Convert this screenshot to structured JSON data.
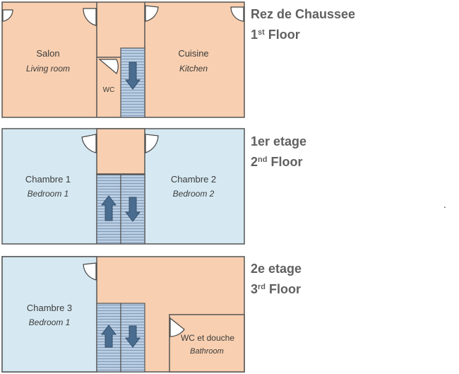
{
  "colors": {
    "ground_floor_fill": "#f8cfb0",
    "upper_floor_fill": "#d6e9f2",
    "wall": "#555555",
    "stair_fill": "#b9cde2",
    "stair_line": "#7f98b6",
    "arrow_fill": "#4a6c8f"
  },
  "floors": [
    {
      "name_fr": "Rez de Chaussee",
      "name_en": "1",
      "name_en_sup": "st",
      "name_en_suffix": " Floor",
      "rooms": {
        "left": {
          "name": "Salon",
          "sub": "Living room"
        },
        "center": {
          "name": "WC"
        },
        "right": {
          "name": "Cuisine",
          "sub": "Kitchen"
        }
      }
    },
    {
      "name_fr": "1er etage",
      "name_en": "2",
      "name_en_sup": "nd",
      "name_en_suffix": " Floor",
      "rooms": {
        "left": {
          "name": "Chambre 1",
          "sub": "Bedroom 1"
        },
        "right": {
          "name": "Chambre 2",
          "sub": "Bedroom 2"
        }
      }
    },
    {
      "name_fr": "2e etage",
      "name_en": "3",
      "name_en_sup": "rd",
      "name_en_suffix": " Floor",
      "rooms": {
        "left": {
          "name": "Chambre 3",
          "sub": "Bedroom 1"
        },
        "right": {
          "name": "WC et douche",
          "sub": "Bathroom"
        }
      }
    }
  ],
  "stray_mark": "."
}
